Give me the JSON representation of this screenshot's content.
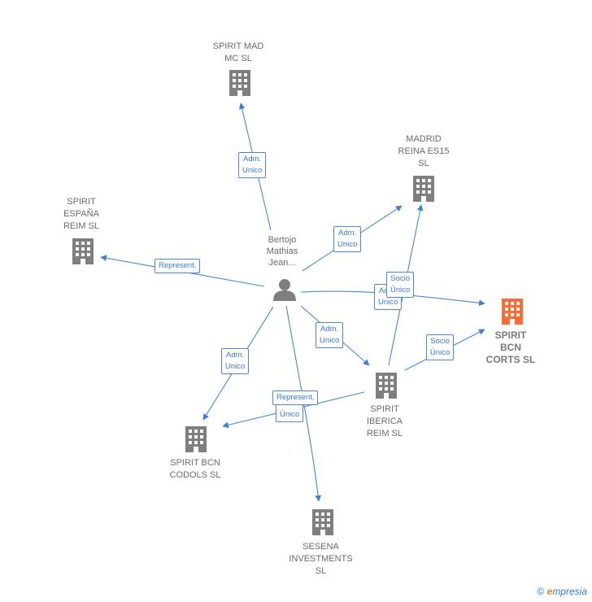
{
  "person": {
    "label": "Bertojo\nMathias\nJean..."
  },
  "nodes": {
    "spirit_mad": {
      "label": "SPIRIT MAD\nMC  SL"
    },
    "madrid_reina": {
      "label": "MADRID\nREINA ES15\nSL"
    },
    "spirit_espana": {
      "label": "SPIRIT\nESPAÑA\nREIM  SL"
    },
    "spirit_bcn_corts": {
      "label": "SPIRIT\nBCN\nCORTS  SL"
    },
    "spirit_iberica": {
      "label": "SPIRIT\nIBERICA\nREIM  SL"
    },
    "spirit_bcn_codols": {
      "label": "SPIRIT BCN\nCODOLS  SL"
    },
    "sesena": {
      "label": "SESENA\nINVESTMENTS\nSL"
    }
  },
  "edges": {
    "adm_unico_mad": "Adm.\nUnico",
    "adm_unico_madrid": "Adm.\nUnico",
    "represent_espana": "Represent.",
    "socio_unico_madrid": "Socio\nÚnico",
    "adm_unico_corts": "Adm.\nUnico",
    "adm_unico_iberica": "Adm.\nUnico",
    "socio_unico_corts": "Socio\nÚnico",
    "adm_unico_codols": "Adm.\nUnico",
    "represent_codols": "Represent.",
    "socio_unico_codols": "Socio\nÚnico"
  },
  "footer": {
    "copyright": "©",
    "brand_e": "e",
    "brand_rest": "mpresia"
  },
  "colors": {
    "edge": "#4a86d8",
    "building": "#7f7f7f",
    "building_main": "#ff6a33",
    "person": "#7f7f7f"
  }
}
